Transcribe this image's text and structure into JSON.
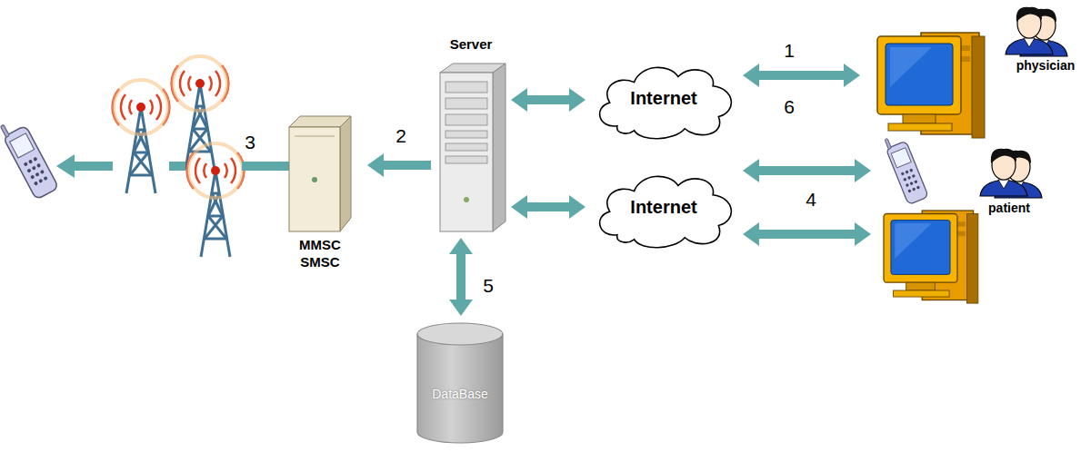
{
  "diagram": {
    "nodes": [
      {
        "text": [
          "MMSC SMSC"
        ]
      },
      {
        "text": [
          "Server"
        ]
      },
      {
        "text": [
          "Internet"
        ]
      },
      {
        "text": [
          "physician"
        ]
      },
      {
        "text": [
          "Internet"
        ]
      },
      {
        "text": [
          "patient"
        ]
      },
      {
        "text": [
          "DataBase"
        ]
      }
    ],
    "edges": [
      {
        "from": 1,
        "to": 0,
        "arrow": "to"
      },
      {
        "from": 1,
        "to": 2,
        "arrow": "both"
      },
      {
        "from": 2,
        "to": 3,
        "arrow": "both"
      },
      {
        "from": 1,
        "to": 4,
        "arrow": "both"
      },
      {
        "from": 4,
        "to": 5,
        "arrow": "both"
      },
      {
        "from": 4,
        "to": 5,
        "arrow": "both"
      },
      {
        "from": 1,
        "to": 6,
        "arrow": "both"
      }
    ],
    "labels": [
      "1",
      "6",
      "2",
      "3",
      "4",
      "5"
    ]
  }
}
